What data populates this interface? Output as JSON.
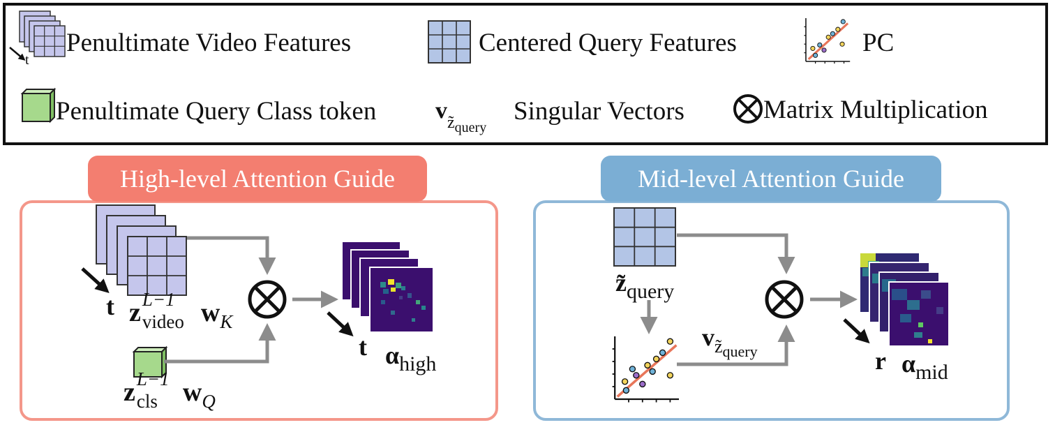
{
  "legend": {
    "penultimate_video_features": "Penultimate Video Features",
    "video_t": "t",
    "centered_query_features": "Centered Query Features",
    "pc": "PC",
    "penultimate_query_class_token": "Penultimate Query Class token",
    "singular_vectors": "Singular Vectors",
    "singular_v": "v",
    "singular_sub": "z̃",
    "singular_subsub": "query",
    "matrix_multiplication": "Matrix Multiplication"
  },
  "high_panel": {
    "title": "High-level Attention Guide",
    "video_t": "t",
    "video_z": "z",
    "video_sub": "video",
    "video_sup": "L−1",
    "video_w": "w",
    "video_w_sub": "K",
    "cls_z": "z",
    "cls_sub": "cls",
    "cls_sup": "L−1",
    "cls_w": "w",
    "cls_w_sub": "Q",
    "out_t": "t",
    "alpha": "α",
    "alpha_sub": "high"
  },
  "mid_panel": {
    "title": "Mid-level Attention Guide",
    "query_z": "z̃",
    "query_sub": "query",
    "v_label": "v",
    "v_sub": "z̃",
    "v_subsub": "query",
    "out_r": "r",
    "alpha": "α",
    "alpha_sub": "mid"
  },
  "colors": {
    "grid_fill": "#b3c5e6",
    "video_fill": "#c5c6ec",
    "cube_front": "#a6d98c",
    "cube_top": "#cfeebd",
    "cube_side": "#7fbf63",
    "high_border": "#f4978a",
    "high_title": "#f37e70",
    "mid_border": "#8fb8d8",
    "mid_title": "#7baed4",
    "arrow": "#8c8c8c",
    "heatmap_bg": "#3b0f6e",
    "fit_line": "#e8765a"
  },
  "icons": [
    "video-stack-icon",
    "grid-icon",
    "pc-scatter-icon",
    "cube-icon",
    "otimes-icon",
    "heatmap-stack-icon"
  ]
}
